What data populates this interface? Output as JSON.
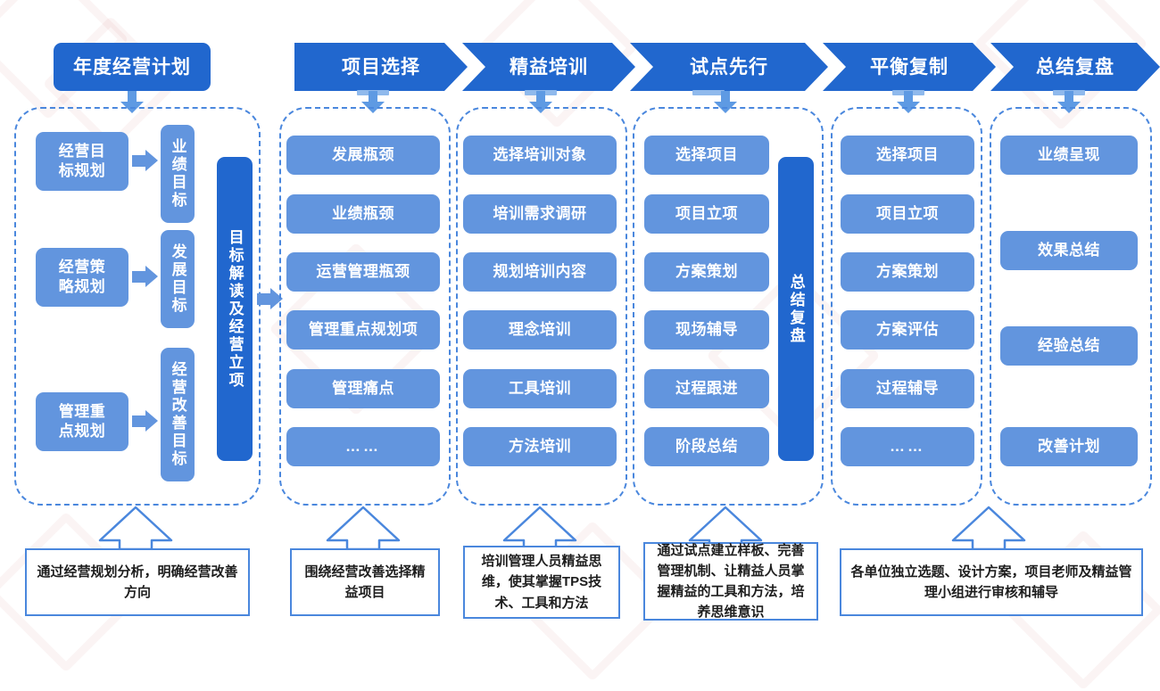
{
  "title_chip": {
    "label": "年度经营计划"
  },
  "stages": [
    {
      "id": "stage-project-selection",
      "label": "项目选择"
    },
    {
      "id": "stage-lean-training",
      "label": "精益培训"
    },
    {
      "id": "stage-pilot-first",
      "label": "试点先行"
    },
    {
      "id": "stage-balanced-copy",
      "label": "平衡复制"
    },
    {
      "id": "stage-summary-review",
      "label": "总结复盘"
    }
  ],
  "column0": {
    "name": "annual-business-plan-column",
    "plans": [
      {
        "label": "经营目\n标规划"
      },
      {
        "label": "经营策\n略规划"
      },
      {
        "label": "管理重\n点规划"
      }
    ],
    "goals": [
      {
        "label": "业绩目标"
      },
      {
        "label": "发展目标"
      },
      {
        "label": "经营改善目标"
      }
    ],
    "summary_bar": {
      "label": "目标解读及经营立项"
    }
  },
  "column1": {
    "name": "project-selection-column",
    "items": [
      {
        "label": "发展瓶颈"
      },
      {
        "label": "业绩瓶颈"
      },
      {
        "label": "运营管理瓶颈"
      },
      {
        "label": "管理重点规划项"
      },
      {
        "label": "管理痛点"
      },
      {
        "label": "……"
      }
    ]
  },
  "column2": {
    "name": "lean-training-column",
    "items": [
      {
        "label": "选择培训对象"
      },
      {
        "label": "培训需求调研"
      },
      {
        "label": "规划培训内容"
      },
      {
        "label": "理念培训"
      },
      {
        "label": "工具培训"
      },
      {
        "label": "方法培训"
      }
    ]
  },
  "column3": {
    "name": "pilot-first-column",
    "items": [
      {
        "label": "选择项目"
      },
      {
        "label": "项目立项"
      },
      {
        "label": "方案策划"
      },
      {
        "label": "现场辅导"
      },
      {
        "label": "过程跟进"
      },
      {
        "label": "阶段总结"
      }
    ],
    "side_bar": {
      "label": "总结复盘"
    }
  },
  "column4": {
    "name": "balanced-copy-column",
    "items": [
      {
        "label": "选择项目"
      },
      {
        "label": "项目立项"
      },
      {
        "label": "方案策划"
      },
      {
        "label": "方案评估"
      },
      {
        "label": "过程辅导"
      },
      {
        "label": "……"
      }
    ]
  },
  "column5": {
    "name": "summary-review-column",
    "items": [
      {
        "label": "业绩呈现"
      },
      {
        "label": "效果总结"
      },
      {
        "label": "经验总结"
      },
      {
        "label": "改善计划"
      }
    ]
  },
  "callouts": [
    {
      "id": "callout-planning",
      "text": "通过经营规划分析，明确经营改善方向"
    },
    {
      "id": "callout-selection",
      "text": "围绕经营改善选择精益项目"
    },
    {
      "id": "callout-training",
      "text": "培训管理人员精益思维，使其掌握TPS技术、工具和方法"
    },
    {
      "id": "callout-pilot",
      "text": "通过试点建立样板、完善管理机制、让精益人员掌握精益的工具和方法，培养思维意识"
    },
    {
      "id": "callout-replicate",
      "text": "各单位独立选题、设计方案，项目老师及精益管理小组进行审核和辅导"
    }
  ],
  "colors": {
    "deep_blue": "#2167ce",
    "light_blue": "#6295de",
    "arrow_blue": "#5e9ae3",
    "dash_blue": "#4a87dd",
    "background": "#ffffff"
  }
}
